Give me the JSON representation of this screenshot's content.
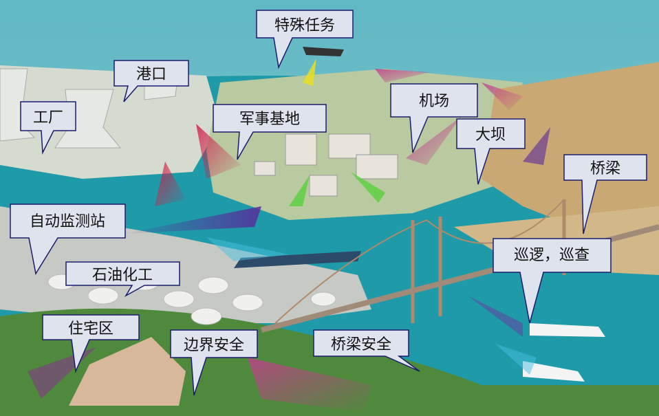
{
  "callouts": [
    {
      "id": "special-task",
      "label": "特殊任务"
    },
    {
      "id": "port",
      "label": "港口"
    },
    {
      "id": "factory",
      "label": "工厂"
    },
    {
      "id": "military-base",
      "label": "军事基地"
    },
    {
      "id": "airport",
      "label": "机场"
    },
    {
      "id": "dam",
      "label": "大坝"
    },
    {
      "id": "bridge",
      "label": "桥梁"
    },
    {
      "id": "auto-monitor-station",
      "label": "自动监测站"
    },
    {
      "id": "petrochemical",
      "label": "石油化工"
    },
    {
      "id": "patrol",
      "label": "巡逻，巡查"
    },
    {
      "id": "residential",
      "label": "住宅区"
    },
    {
      "id": "border-security",
      "label": "边界安全"
    },
    {
      "id": "bridge-security",
      "label": "桥梁安全"
    }
  ],
  "colors": {
    "water": "#1e9aa8",
    "land": "#c9cfc0",
    "callout_fill": "#dfe3ee",
    "callout_border": "#1a1a6e",
    "beam_red": "#d0204a",
    "beam_purple": "#5a2a9a",
    "beam_green": "#60d040"
  }
}
